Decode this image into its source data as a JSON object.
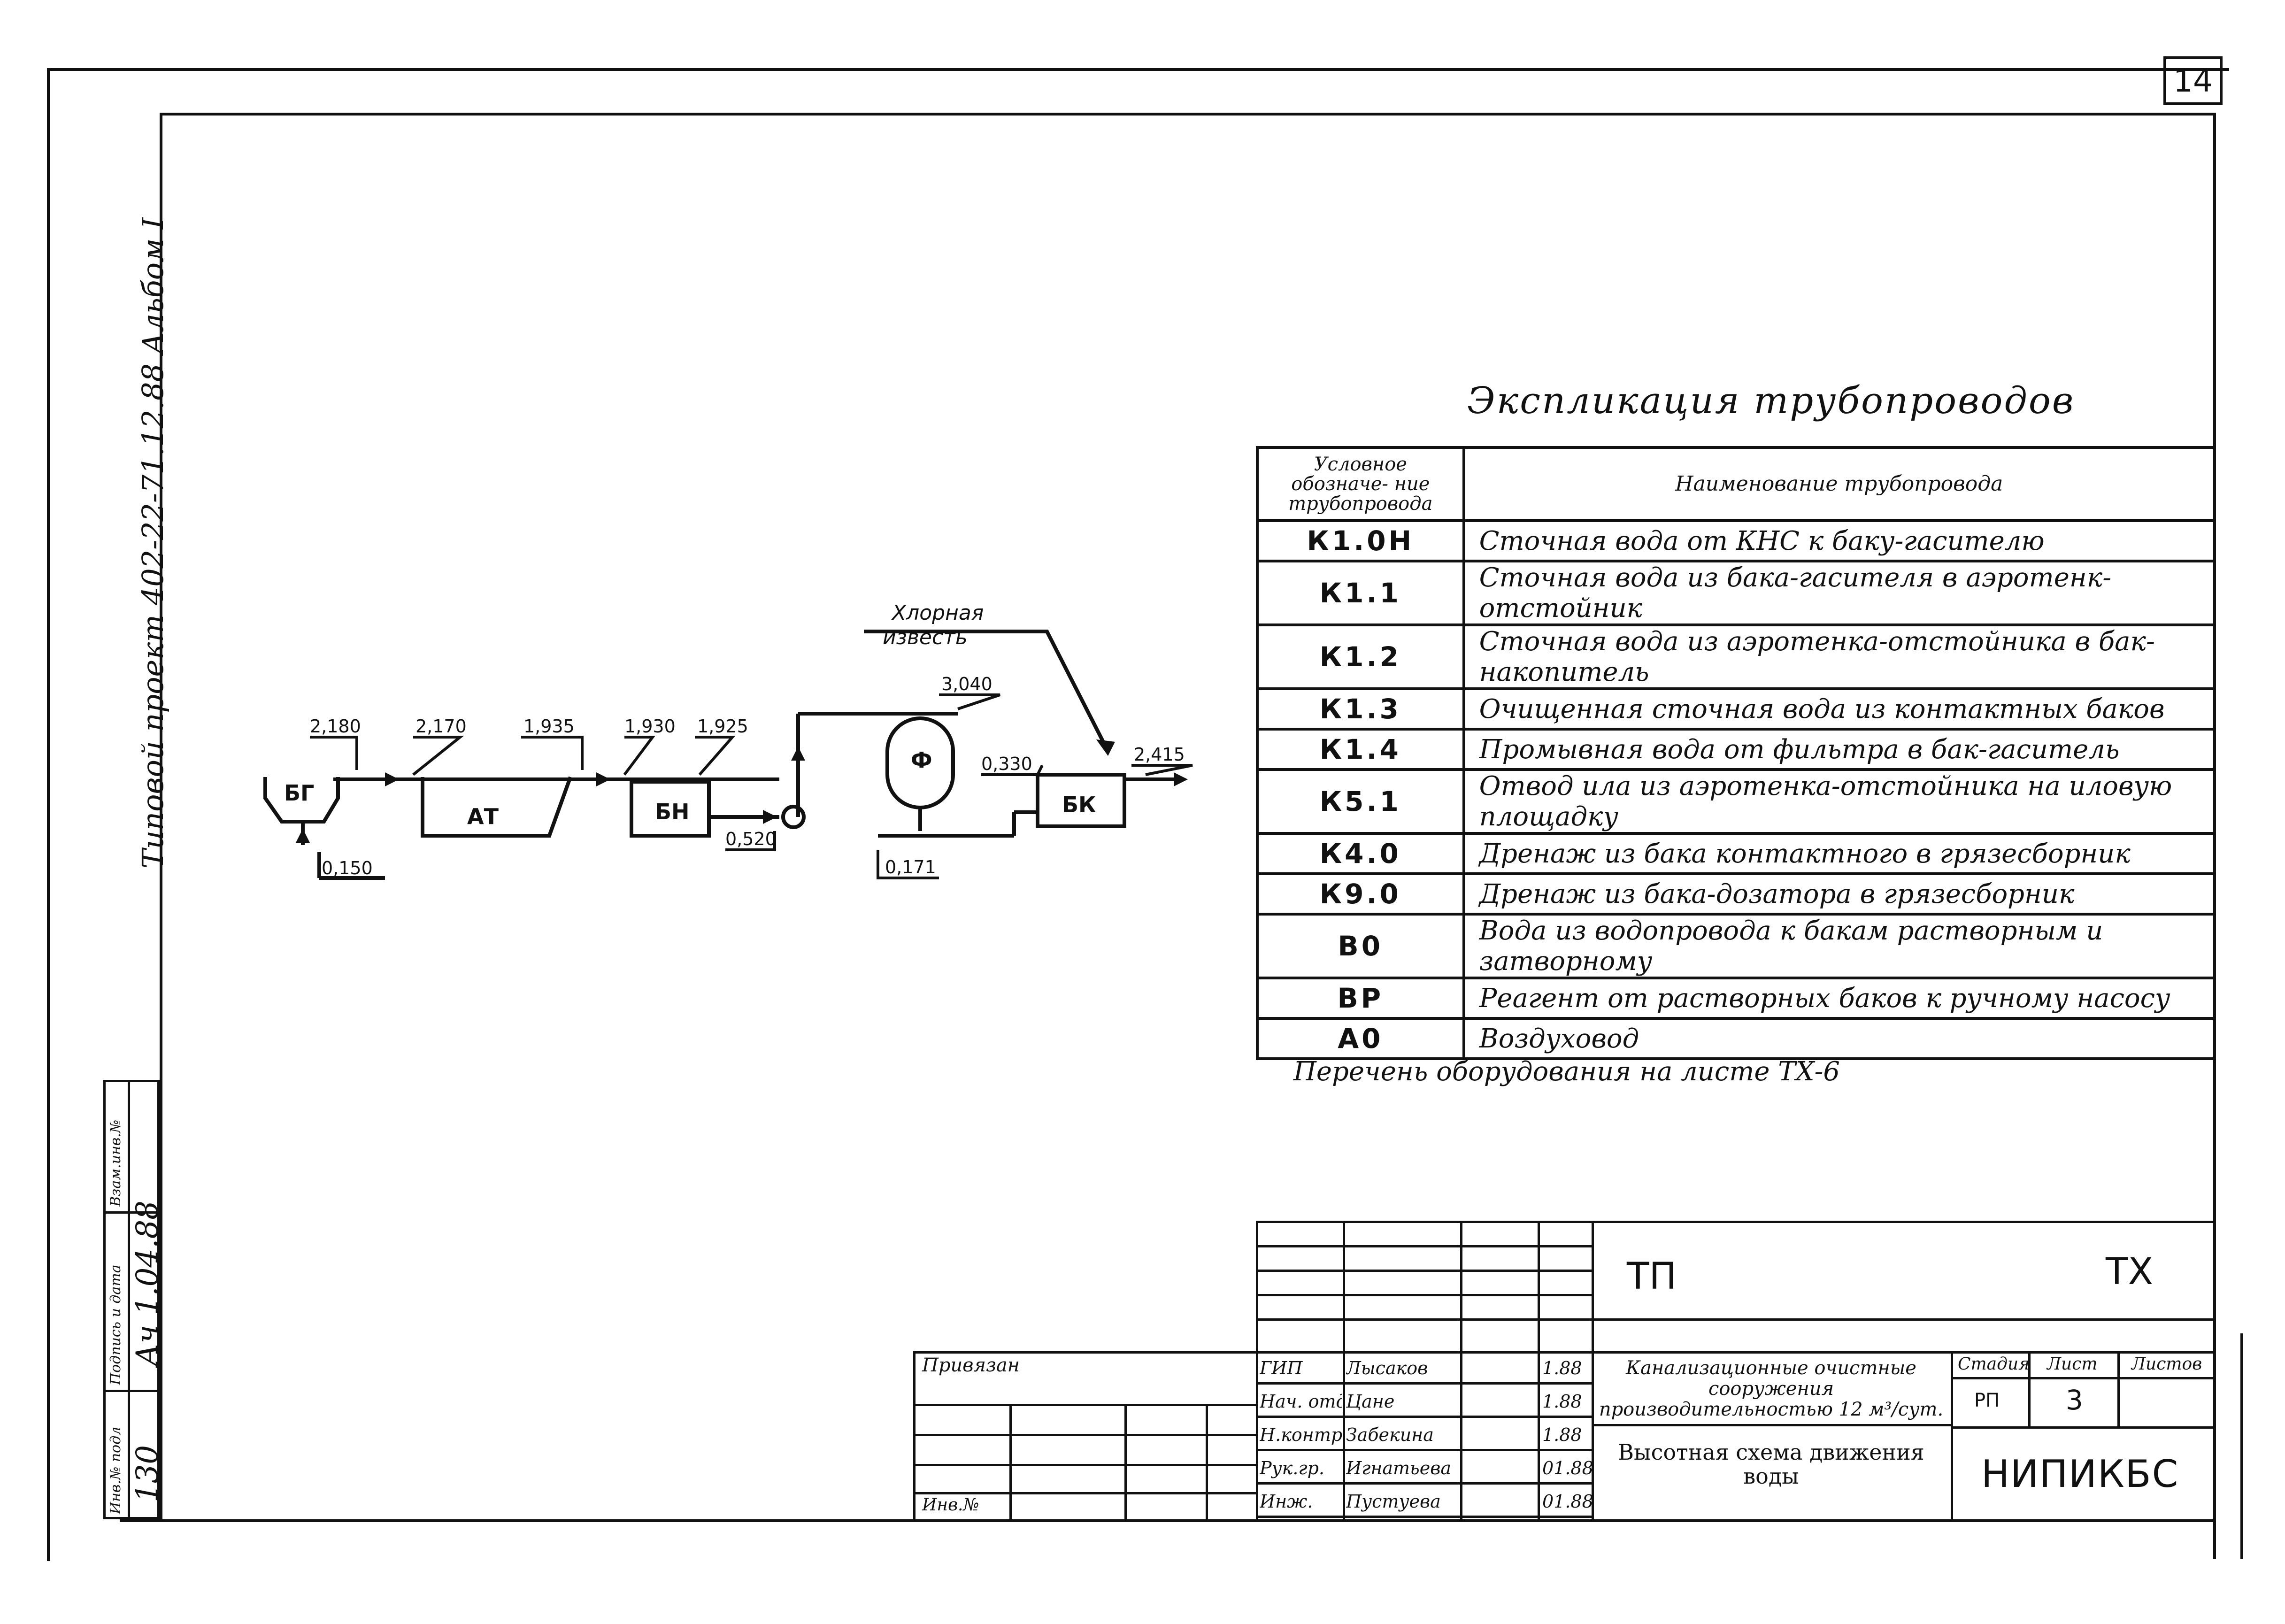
{
  "sheet_number": "14",
  "side_text": {
    "project_line": "Типовой проект 402-22-71.12.88 Альбом I"
  },
  "side_stamp": {
    "col_inv_podl": "Инв.№ подл",
    "col_sign_date": "Подпись и дата",
    "col_vzam": "Взам.инв.№",
    "inv_value": "130",
    "sign_value": "Ач 1.04.88"
  },
  "scheme": {
    "labels": {
      "bg": "БГ",
      "at": "АТ",
      "bn": "БН",
      "f": "Ф",
      "bk": "БК"
    },
    "levels": [
      "2,180",
      "2,170",
      "1,935",
      "1,930",
      "1,925",
      "3,040",
      "0,330",
      "2,415",
      "0,150",
      "0,520",
      "0,171"
    ],
    "reagent_label_1": "Хлорная",
    "reagent_label_2": "известь"
  },
  "explication": {
    "title": "Экспликация трубопроводов",
    "header": {
      "code": "Условное обозначе- ние трубопровода",
      "name": "Наименование трубопровода"
    },
    "rows": [
      {
        "code": "К1.0Н",
        "name": "Сточная вода от КНС к баку-гасителю"
      },
      {
        "code": "К1.1",
        "name": "Сточная вода из бака-гасителя в аэротенк-отстойник"
      },
      {
        "code": "К1.2",
        "name": "Сточная вода из аэротенка-отстойника в бак-накопитель"
      },
      {
        "code": "К1.3",
        "name": "Очищенная сточная вода из контактных баков"
      },
      {
        "code": "К1.4",
        "name": "Промывная вода от фильтра в бак-гаситель"
      },
      {
        "code": "К5.1",
        "name": "Отвод ила из аэротенка-отстойника на иловую площадку"
      },
      {
        "code": "К4.0",
        "name": "Дренаж из бака контактного в грязесборник"
      },
      {
        "code": "К9.0",
        "name": "Дренаж из бака-дозатора в грязесборник"
      },
      {
        "code": "В0",
        "name": "Вода из водопровода к бакам растворным и затворному"
      },
      {
        "code": "ВР",
        "name": "Реагент от растворных баков к ручному насосу"
      },
      {
        "code": "А0",
        "name": "Воздуховод"
      }
    ]
  },
  "equipment_note": "Перечень оборудования на листе ТХ-6",
  "title_block": {
    "tp": "ТП",
    "tx": "ТХ",
    "privyazan": "Привязан",
    "inv_no": "Инв.№",
    "roles": [
      {
        "role": "ГИП",
        "name": "Лысаков",
        "date": "1.88"
      },
      {
        "role": "Нач. отд.",
        "name": "Цане",
        "date": "1.88"
      },
      {
        "role": "Н.контр.",
        "name": "Забекина",
        "date": "1.88"
      },
      {
        "role": "Рук.гр.",
        "name": "Игнатьева",
        "date": "01.88"
      },
      {
        "role": "Инж.",
        "name": "Пустуева",
        "date": "01.88"
      }
    ],
    "project_name": "Канализационные очистные сооружения производительностью 12 м³/сут.",
    "stage_label": "Стадия",
    "sheet_label": "Лист",
    "sheets_label": "Листов",
    "stage": "РП",
    "sheet": "3",
    "sheets": "",
    "drawing_name": "Высотная схема движения воды",
    "org": "НИПИКБС"
  }
}
